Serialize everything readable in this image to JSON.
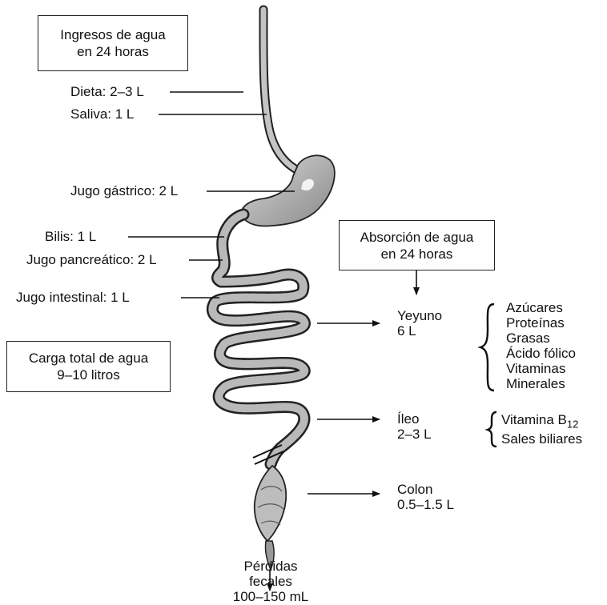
{
  "intake_box": {
    "line1": "Ingresos de agua",
    "line2": "en 24 horas"
  },
  "absorption_box": {
    "line1": "Absorción de agua",
    "line2": "en 24 horas"
  },
  "load_box": {
    "line1": "Carga total de agua",
    "line2": "9–10 litros"
  },
  "inputs": {
    "dieta": "Dieta: 2–3 L",
    "saliva": "Saliva: 1 L",
    "jugo_gastrico": "Jugo gástrico: 2 L",
    "bilis": "Bilis: 1 L",
    "jugo_pancreatico": "Jugo pancreático: 2 L",
    "jugo_intestinal": "Jugo intestinal: 1 L"
  },
  "yeyuno": {
    "name": "Yeyuno",
    "amount": "6 L",
    "nutrients": [
      "Azúcares",
      "Proteínas",
      "Grasas",
      "Ácido fólico",
      "Vitaminas",
      "Minerales"
    ]
  },
  "ileo": {
    "name": "Íleo",
    "amount": "2–3 L",
    "vitamin_prefix": "Vitamina B",
    "vitamin_sub": "12",
    "salts": "Sales biliares"
  },
  "colon": {
    "name": "Colon",
    "amount": "0.5–1.5 L"
  },
  "losses": {
    "line1": "Pérdidas",
    "line2": "fecales",
    "line3": "100–150 mL"
  }
}
